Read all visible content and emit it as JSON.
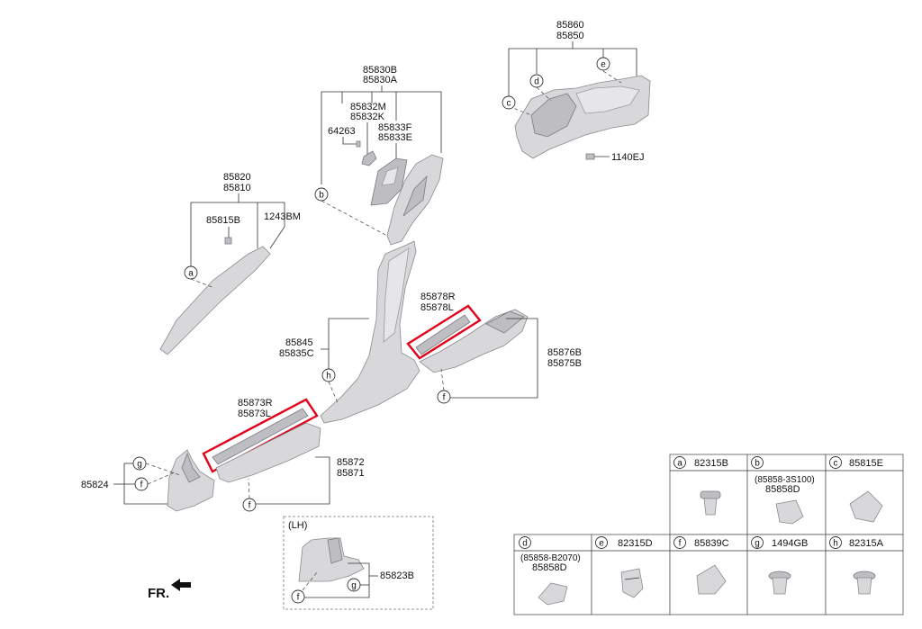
{
  "labels": {
    "p85860": "85860",
    "p85850": "85850",
    "p1140EJ": "1140EJ",
    "p85830B": "85830B",
    "p85830A": "85830A",
    "p85832M": "85832M",
    "p85832K": "85832K",
    "p64263": "64263",
    "p85833F": "85833F",
    "p85833E": "85833E",
    "p85820": "85820",
    "p85810": "85810",
    "p85815B": "85815B",
    "p1243BM": "1243BM",
    "p85878R": "85878R",
    "p85878L": "85878L",
    "p85845": "85845",
    "p85835C": "85835C",
    "p85876B": "85876B",
    "p85875B": "85875B",
    "p85873R": "85873R",
    "p85873L": "85873L",
    "p85872": "85872",
    "p85871": "85871",
    "p85824": "85824",
    "p85823B": "85823B",
    "lh": "(LH)",
    "fr": "FR."
  },
  "callouts": {
    "a": "a",
    "b": "b",
    "c": "c",
    "d": "d",
    "e": "e",
    "f": "f",
    "g": "g",
    "h": "h"
  },
  "legend": {
    "a": {
      "letter": "a",
      "part": "82315B"
    },
    "b": {
      "letter": "b",
      "part_top": "(85858-3S100)",
      "part": "85858D"
    },
    "c": {
      "letter": "c",
      "part": "85815E"
    },
    "d": {
      "letter": "d",
      "part_top": "(85858-B2070)",
      "part": "85858D"
    },
    "e": {
      "letter": "e",
      "part": "82315D"
    },
    "f": {
      "letter": "f",
      "part": "85839C"
    },
    "g": {
      "letter": "g",
      "part": "1494GB"
    },
    "h": {
      "letter": "h",
      "part": "82315A"
    }
  },
  "colors": {
    "highlight": "#e2001a",
    "part_fill": "#d8d8db"
  }
}
